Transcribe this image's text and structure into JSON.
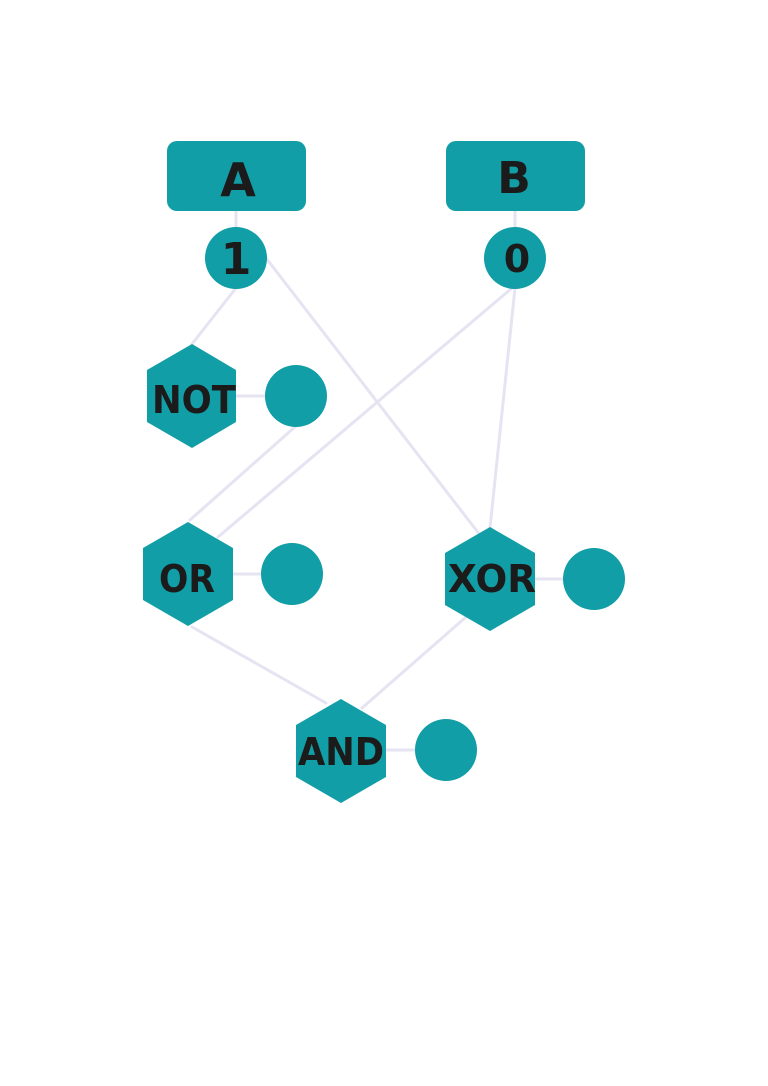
{
  "colors": {
    "node_fill": "#119ea6",
    "wire": "#e6e3f2",
    "text": "#1b1b1b",
    "background": "#ffffff"
  },
  "inputs": {
    "a": {
      "label": "A",
      "value": "1"
    },
    "b": {
      "label": "B",
      "value": "0"
    }
  },
  "gates": {
    "not": {
      "label": "NOT"
    },
    "or": {
      "label": "OR"
    },
    "xor": {
      "label": "XOR"
    },
    "and": {
      "label": "AND"
    }
  }
}
